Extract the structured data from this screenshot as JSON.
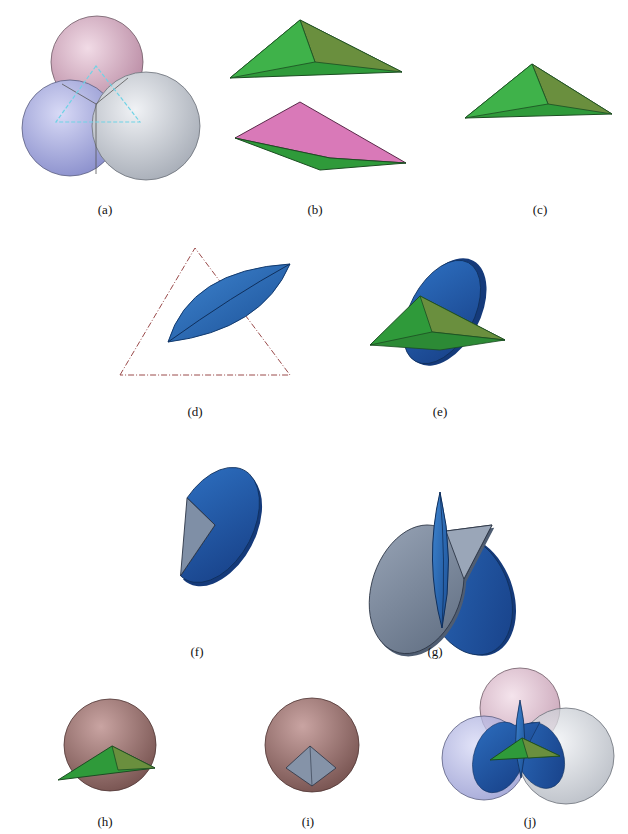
{
  "diagram": {
    "labels": [
      "(a)",
      "(b)",
      "(c)",
      "(d)",
      "(e)",
      "(f)",
      "(g)",
      "(h)",
      "(i)",
      "(j)"
    ]
  }
}
